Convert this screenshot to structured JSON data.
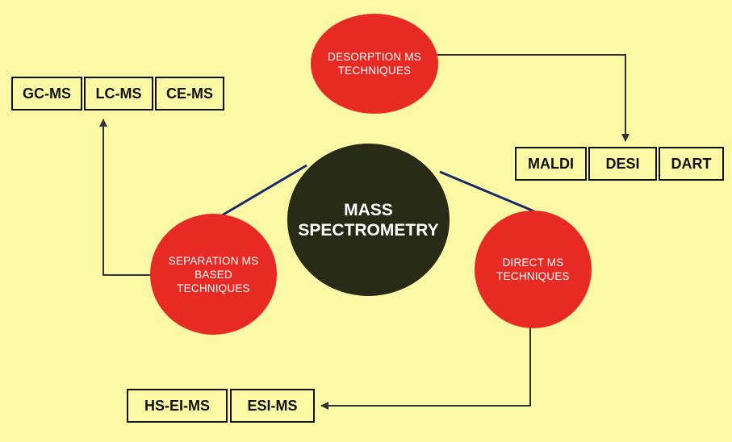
{
  "center": {
    "label": "MASS\nSPECTROMETRY",
    "color": "#272a14"
  },
  "nodes": {
    "desorption": {
      "label": "DESORPTION MS\nTECHNIQUES",
      "color": "#e82a24"
    },
    "separation": {
      "label": "SEPARATION MS\nBASED\nTECHNIQUES",
      "color": "#e82a24"
    },
    "direct": {
      "label": "DIRECT MS\nTECHNIQUES",
      "color": "#e82a24"
    }
  },
  "separation_boxes": [
    "GC-MS",
    "LC-MS",
    "CE-MS"
  ],
  "desorption_boxes": [
    "MALDI",
    "DESI",
    "DART"
  ],
  "direct_boxes": [
    "HS-EI-MS",
    "ESI-MS"
  ],
  "colors": {
    "background": "#fbf9a6",
    "connector": "#1b2a6b",
    "arrow": "#333333"
  }
}
